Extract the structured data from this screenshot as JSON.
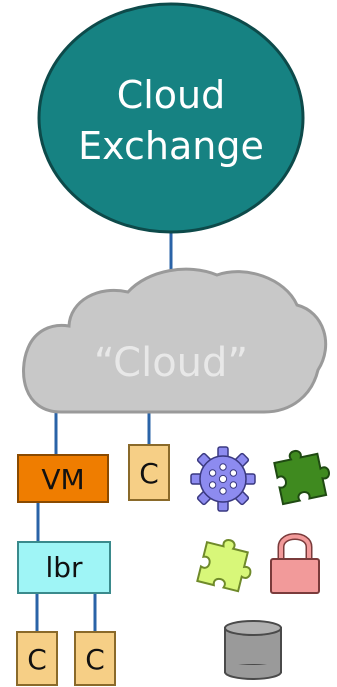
{
  "diagram": {
    "cloud_exchange": {
      "line1": "Cloud",
      "line2": "Exchange",
      "fill": "#168282",
      "stroke": "#0d4a4a"
    },
    "cloud": {
      "label": "“Cloud”",
      "fill": "#c8c8c8",
      "stroke": "#9a9a9a",
      "text_color": "#e8e8e8"
    },
    "vm": {
      "label": "VM",
      "fill": "#ef7d00",
      "stroke": "#8a4a00"
    },
    "container_top": {
      "label": "C",
      "fill": "#f6cf86",
      "stroke": "#8a6a2a"
    },
    "lbr": {
      "label": "lbr",
      "fill": "#9ff5f6",
      "stroke": "#3a8a8c"
    },
    "containers_bottom": [
      {
        "label": "C",
        "fill": "#f6cf86",
        "stroke": "#8a6a2a"
      },
      {
        "label": "C",
        "fill": "#f6cf86",
        "stroke": "#8a6a2a"
      }
    ],
    "icons": [
      {
        "name": "gear-icon",
        "fill": "#8d8bf0",
        "stroke": "#3a3980"
      },
      {
        "name": "puzzle-piece-green-icon",
        "fill": "#3f8a1f",
        "stroke": "#1f4a12"
      },
      {
        "name": "puzzle-piece-lime-icon",
        "fill": "#d8f779",
        "stroke": "#6f8a2a"
      },
      {
        "name": "lock-icon",
        "fill": "#f29a9a",
        "stroke": "#7a3b3b"
      },
      {
        "name": "database-icon",
        "fill": "#9a9a9a",
        "stroke": "#4a4a4a"
      }
    ],
    "connector_color": "#2a63a7"
  }
}
